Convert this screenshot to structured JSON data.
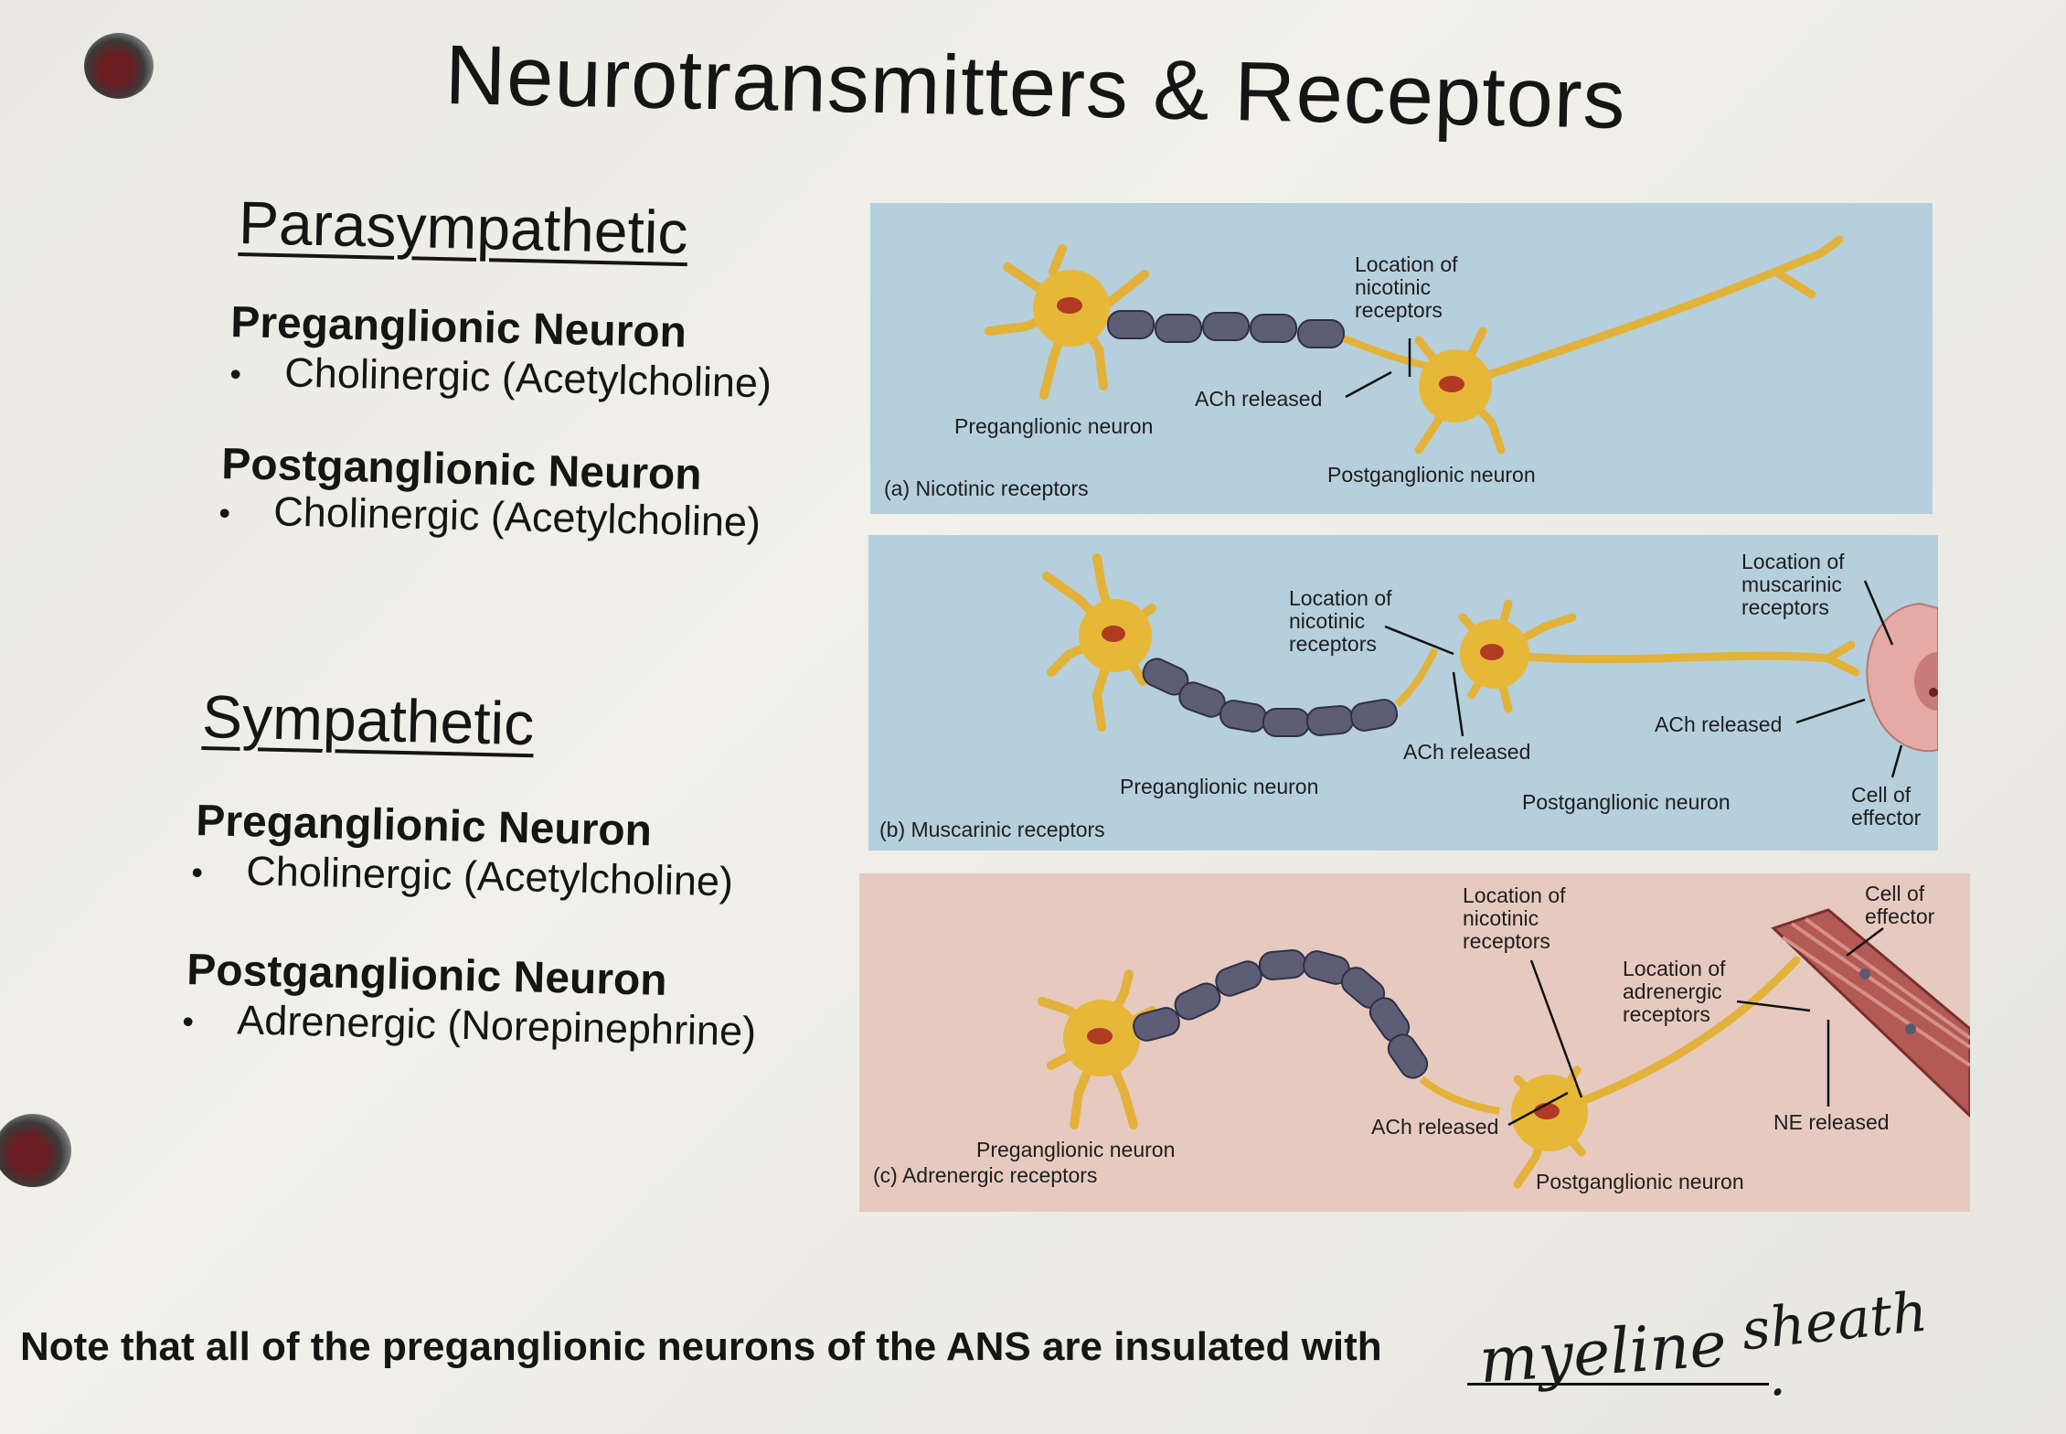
{
  "title": "Neurotransmitters & Receptors",
  "parasympathetic": {
    "heading": "Parasympathetic",
    "pre_heading": "Preganglionic Neuron",
    "pre_item": "Cholinergic (Acetylcholine)",
    "post_heading": "Postganglionic Neuron",
    "post_item": "Cholinergic (Acetylcholine)"
  },
  "sympathetic": {
    "heading": "Sympathetic",
    "pre_heading": "Preganglionic Neuron",
    "pre_item": "Cholinergic (Acetylcholine)",
    "post_heading": "Postganglionic Neuron",
    "post_item": "Adrenergic (Norepinephrine)"
  },
  "figure": {
    "a": {
      "caption": "(a) Nicotinic receptors",
      "loc_l1": "Location of",
      "loc_l2": "nicotinic",
      "loc_l3": "receptors",
      "ach": "ACh released",
      "pre": "Preganglionic neuron",
      "post": "Postganglionic neuron"
    },
    "b": {
      "caption": "(b) Muscarinic receptors",
      "nic_l1": "Location of",
      "nic_l2": "nicotinic",
      "nic_l3": "receptors",
      "mus_l1": "Location of",
      "mus_l2": "muscarinic",
      "mus_l3": "receptors",
      "ach1": "ACh released",
      "ach2": "ACh released",
      "pre": "Preganglionic neuron",
      "post": "Postganglionic neuron",
      "eff_l1": "Cell of",
      "eff_l2": "effector"
    },
    "c": {
      "caption": "(c) Adrenergic receptors",
      "nic_l1": "Location of",
      "nic_l2": "nicotinic",
      "nic_l3": "receptors",
      "adr_l1": "Location of",
      "adr_l2": "adrenergic",
      "adr_l3": "receptors",
      "eff_l1": "Cell of",
      "eff_l2": "effector",
      "ach": "ACh released",
      "ne": "NE released",
      "pre": "Preganglionic neuron",
      "post": "Postganglionic neuron"
    }
  },
  "note": {
    "text": "Note that all of the preganglionic neurons of the ANS are insulated with",
    "answer_1": "myeline",
    "answer_2": "sheath",
    "period": "."
  }
}
